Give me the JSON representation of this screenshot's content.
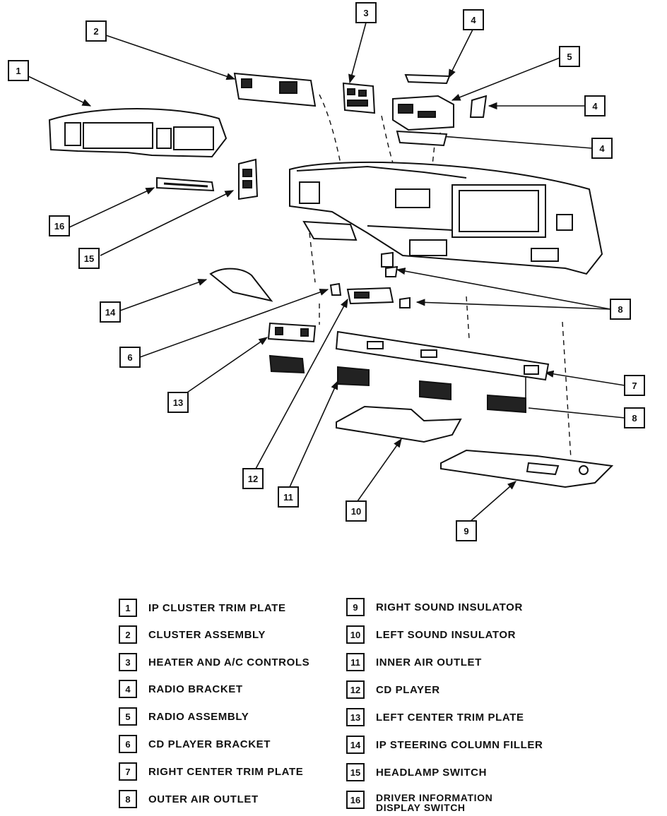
{
  "callouts": [
    "1",
    "2",
    "3",
    "4",
    "5",
    "4",
    "4",
    "16",
    "15",
    "14",
    "6",
    "8",
    "13",
    "7",
    "8",
    "12",
    "11",
    "10",
    "9"
  ],
  "legend": {
    "left": [
      {
        "num": "1",
        "text": "IP CLUSTER TRIM PLATE"
      },
      {
        "num": "2",
        "text": "CLUSTER ASSEMBLY"
      },
      {
        "num": "3",
        "text": "HEATER AND A/C CONTROLS"
      },
      {
        "num": "4",
        "text": "RADIO BRACKET"
      },
      {
        "num": "5",
        "text": "RADIO ASSEMBLY"
      },
      {
        "num": "6",
        "text": "CD PLAYER BRACKET"
      },
      {
        "num": "7",
        "text": "RIGHT CENTER TRIM PLATE"
      },
      {
        "num": "8",
        "text": "OUTER AIR OUTLET"
      }
    ],
    "right": [
      {
        "num": "9",
        "text": "RIGHT SOUND INSULATOR"
      },
      {
        "num": "10",
        "text": "LEFT SOUND INSULATOR"
      },
      {
        "num": "11",
        "text": "INNER AIR OUTLET"
      },
      {
        "num": "12",
        "text": "CD PLAYER"
      },
      {
        "num": "13",
        "text": "LEFT CENTER TRIM PLATE"
      },
      {
        "num": "14",
        "text": "IP STEERING COLUMN FILLER"
      },
      {
        "num": "15",
        "text": "HEADLAMP SWITCH"
      },
      {
        "num": "16",
        "text": "DRIVER INFORMATION\nDISPLAY SWITCH"
      }
    ]
  }
}
